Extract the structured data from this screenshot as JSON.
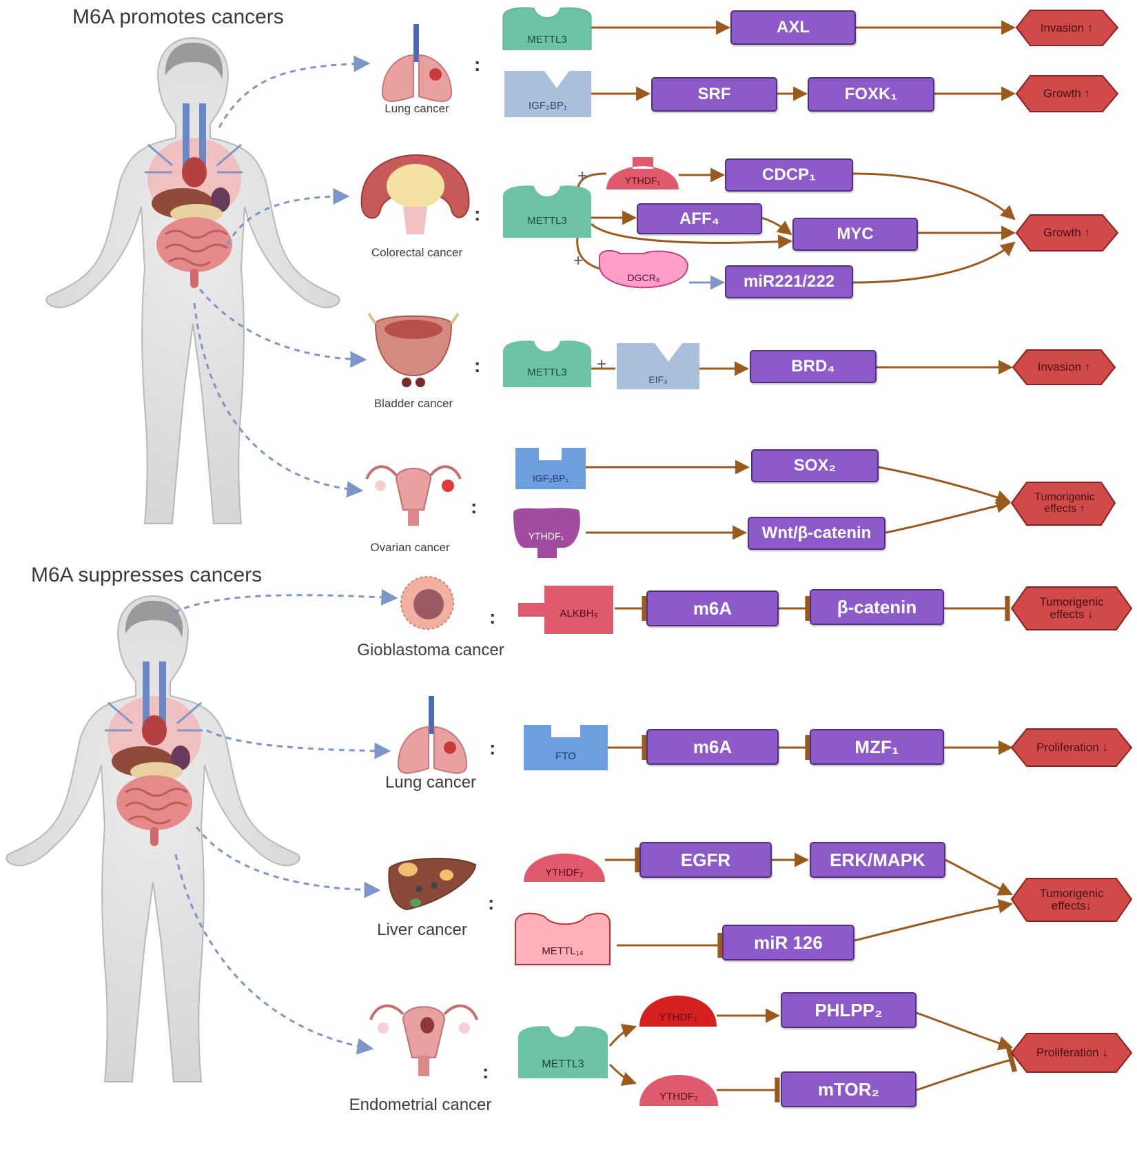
{
  "sections": {
    "promotes_title": "M6A promotes cancers",
    "suppresses_title": "M6A suppresses cancers"
  },
  "colors": {
    "substrate": "#8d5ac9",
    "effect": "#d04a4a",
    "arrow": "#9a5a1e",
    "dashed": "#7d95c8",
    "writer_green": "#6cc3a4",
    "reader_pink": "#e05a6e",
    "reader_red": "#d62020",
    "steel_blue": "#a9bfdc",
    "blue": "#6e9ee0",
    "purple_reader": "#a24ca0",
    "light_pink": "#ffb0b8"
  },
  "organs": {
    "lung1": "Lung cancer",
    "colorectal": "Colorectal cancer",
    "bladder": "Bladder cancer",
    "ovarian": "Ovarian cancer",
    "glioblastoma": "Gioblastoma cancer",
    "lung2": "Lung cancer",
    "liver": "Liver cancer",
    "endometrial": "Endometrial cancer"
  },
  "enzymes": {
    "mettl3_a": "METTL3",
    "igf2bp1_a": "IGF₂BP₁",
    "ythdf1_a": "YTHDF₁",
    "mettl3_b": "METTL3",
    "dgcr8": "DGCR₈",
    "mettl3_c": "METTL3",
    "eif3": "EIF₃",
    "igf2bp1_b": "IGF₂BP₁",
    "ythdf1_b": "YTHDF₁",
    "alkbh5": "ALKBH₅",
    "fto": "FTO",
    "ythdf2_a": "YTHDF₂",
    "mettl14": "METTL₁₄",
    "ythdf1_c": "YTHDF₁",
    "mettl3_d": "METTL3",
    "ythdf2_b": "YTHDF₂"
  },
  "substrates": {
    "axl": "AXL",
    "srf": "SRF",
    "foxk1": "FOXK₁",
    "cdcp1": "CDCP₁",
    "aff4": "AFF₄",
    "myc": "MYC",
    "mir221": "miR221/222",
    "brd4": "BRD₄",
    "sox2": "SOX₂",
    "wnt": "Wnt/β-catenin",
    "m6a_a": "m6A",
    "bcatenin": "β-catenin",
    "m6a_b": "m6A",
    "mzf1": "MZF₁",
    "egfr": "EGFR",
    "erk": "ERK/MAPK",
    "mir126": "miR 126",
    "phlpp2": "PHLPP₂",
    "mtor2": "mTOR₂"
  },
  "effects": {
    "e1": "Invasion ↑",
    "e2": "Growth ↑",
    "e3": "Growth ↑",
    "e4": "Invasion ↑",
    "e5": "Tumorigenic effects ↑",
    "e6": "Tumorigenic effects ↓",
    "e7": "Proliferation ↓",
    "e8": "Tumorigenic effects↓",
    "e9": "Proliferation ↓"
  },
  "marks": {
    "colon": ":",
    "plus": "+"
  }
}
